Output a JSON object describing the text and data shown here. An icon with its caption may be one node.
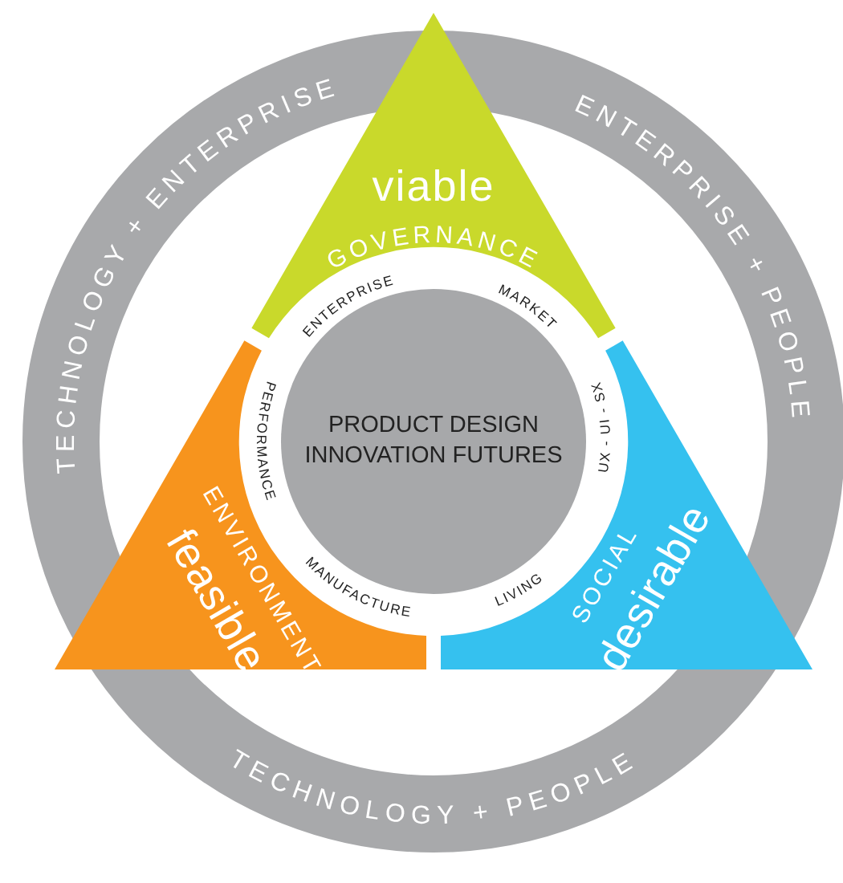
{
  "diagram": {
    "nodes": [
      {
        "text": [
          "viable",
          "GOVERNANCE"
        ]
      },
      {
        "text": [
          "ENVIRONMENT",
          "feasible"
        ]
      },
      {
        "text": [
          "SOCIAL",
          "desirable"
        ]
      },
      {
        "text": [
          "PRODUCT DESIGN INNOVATION FUTURES"
        ]
      }
    ],
    "labels": [
      "TECHNOLOGY + ENTERPRISE",
      "ENTERPRISE + PEOPLE",
      "ENTERPRISE",
      "MARKET",
      "PERFORMANCE",
      "UX - UI - SX",
      "MANUFACTURE",
      "LIVING",
      "TECHNOLOGY + PEOPLE"
    ]
  }
}
